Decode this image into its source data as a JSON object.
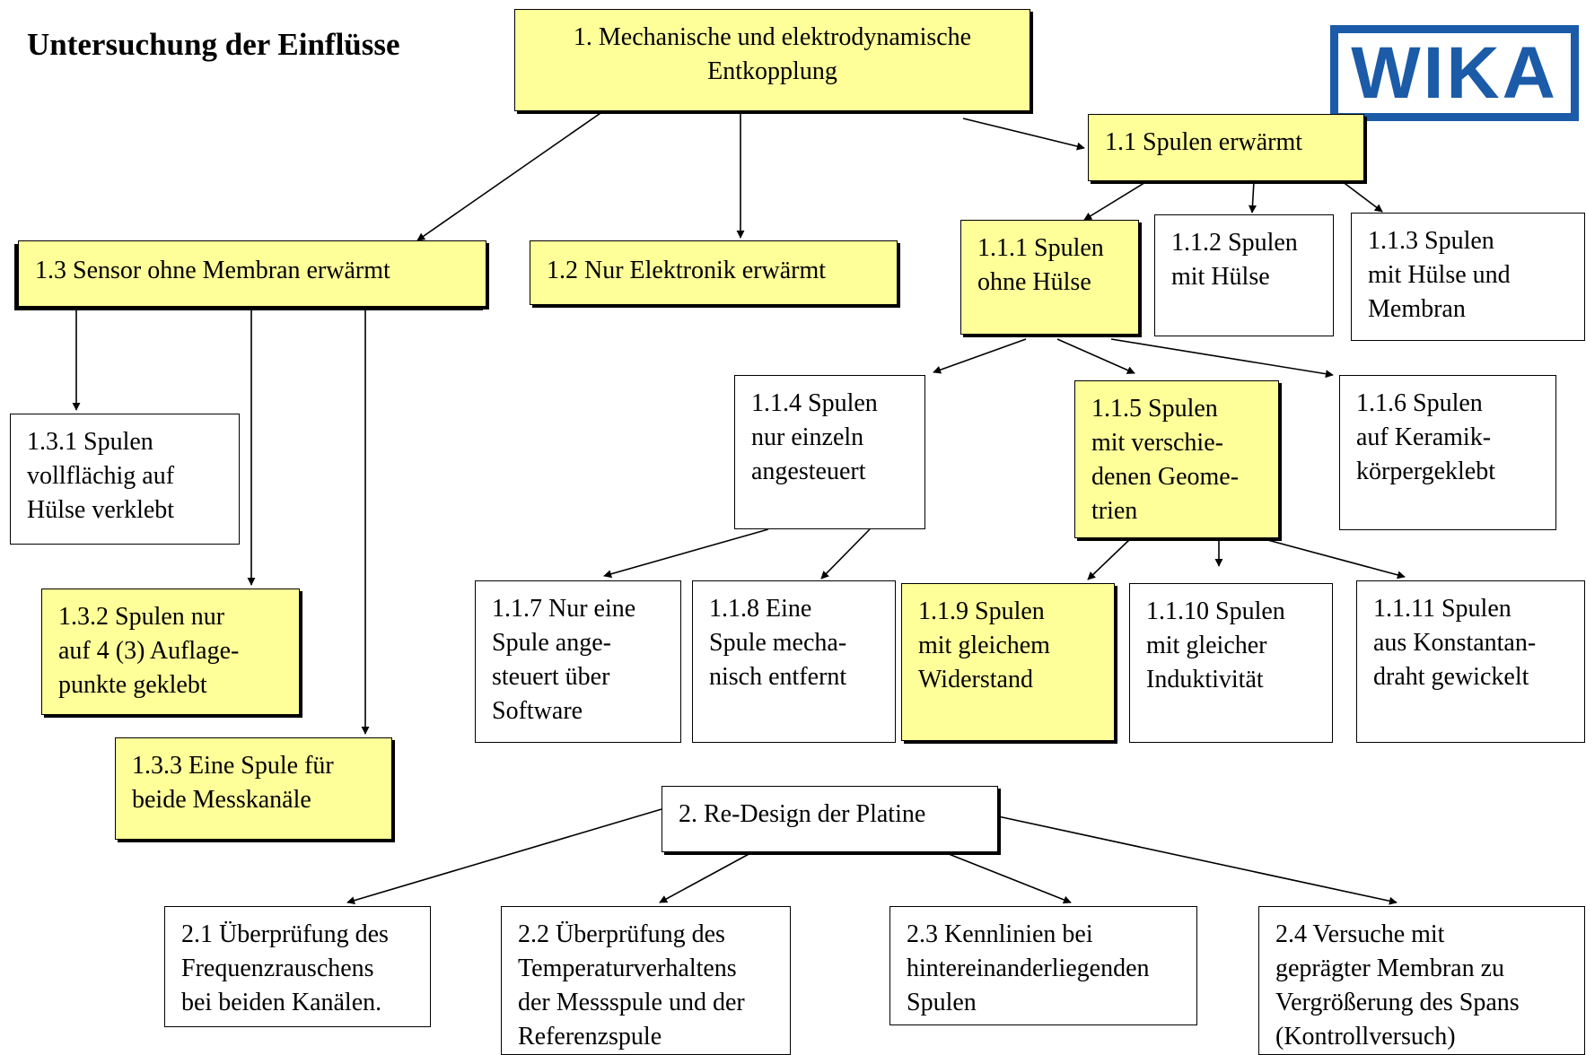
{
  "title": "Untersuchung der Einflüsse",
  "logo": {
    "text": "WIKA",
    "color": "#1b5ba8"
  },
  "colors": {
    "highlight": "#ffff99",
    "line": "#000000"
  },
  "nodes": {
    "n1": "1.  Mechanische und elektrodynamische\nEntkopplung",
    "n1_1": "1.1 Spulen erwärmt",
    "n1_2": "1.2 Nur Elektronik erwärmt",
    "n1_3": "1.3 Sensor ohne Membran erwärmt",
    "n1_1_1": "1.1.1 Spulen\nohne Hülse",
    "n1_1_2": "1.1.2 Spulen\nmit Hülse",
    "n1_1_3": "1.1.3 Spulen\nmit Hülse und\nMembran",
    "n1_1_4": "1.1.4 Spulen\nnur einzeln\nangesteuert",
    "n1_1_5": "1.1.5 Spulen\nmit verschie-\ndenen Geome-\ntrien",
    "n1_1_6": "1.1.6 Spulen\nauf Keramik-\nkörpergeklebt",
    "n1_1_7": "1.1.7 Nur eine\nSpule ange-\nsteuert über\nSoftware",
    "n1_1_8": "1.1.8 Eine\nSpule mecha-\nnisch entfernt",
    "n1_1_9": "1.1.9 Spulen\nmit gleichem\nWiderstand",
    "n1_1_10": "1.1.10 Spulen\nmit gleicher\nInduktivität",
    "n1_1_11": "1.1.11 Spulen\naus Konstantan-\ndraht gewickelt",
    "n1_3_1": "1.3.1 Spulen\nvollflächig auf\nHülse verklebt",
    "n1_3_2": "1.3.2 Spulen nur\nauf 4 (3) Auflage-\npunkte geklebt",
    "n1_3_3": "1.3.3 Eine Spule für\nbeide Messkanäle",
    "n2": "2. Re-Design der Platine",
    "n2_1": "2.1 Überprüfung des\nFrequenzrauschens\nbei beiden Kanälen.",
    "n2_2": "2.2 Überprüfung des\nTemperaturverhaltens\nder Messspule und der\nReferenzspule",
    "n2_3": "2.3 Kennlinien bei\nhintereinanderliegenden\nSpulen",
    "n2_4": "2.4 Versuche mit\ngeprägter Membran zu\nVergrößerung des Spans\n(Kontrollversuch)"
  }
}
